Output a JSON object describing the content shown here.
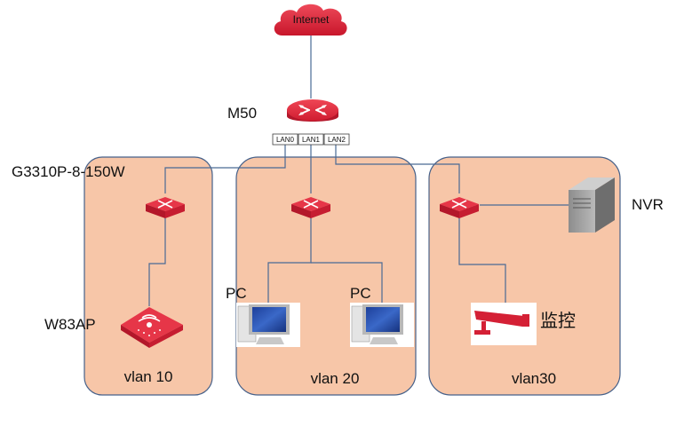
{
  "diagram": {
    "internet_label": "Internet",
    "router": {
      "name": "M50",
      "ports": [
        "LAN0",
        "LAN1",
        "LAN2"
      ]
    },
    "core_switch_name": "G3310P-8-150W",
    "ap_name": "W83AP",
    "pc_labels": [
      "PC",
      "PC"
    ],
    "nvr_label": "NVR",
    "camera_label": "监控",
    "vlans": [
      "vlan 10",
      "vlan 20",
      "vlan30"
    ]
  },
  "colors": {
    "vlan_fill": "#f7c6a8",
    "vlan_border": "#46618a",
    "device_red": "#d42035",
    "link": "#4a6a95"
  },
  "icons": {
    "internet": "cloud-icon",
    "router": "router-icon",
    "switch": "switch-icon",
    "ap": "access-point-icon",
    "pc": "monitor-icon",
    "nvr": "server-icon",
    "camera": "security-camera-icon"
  }
}
